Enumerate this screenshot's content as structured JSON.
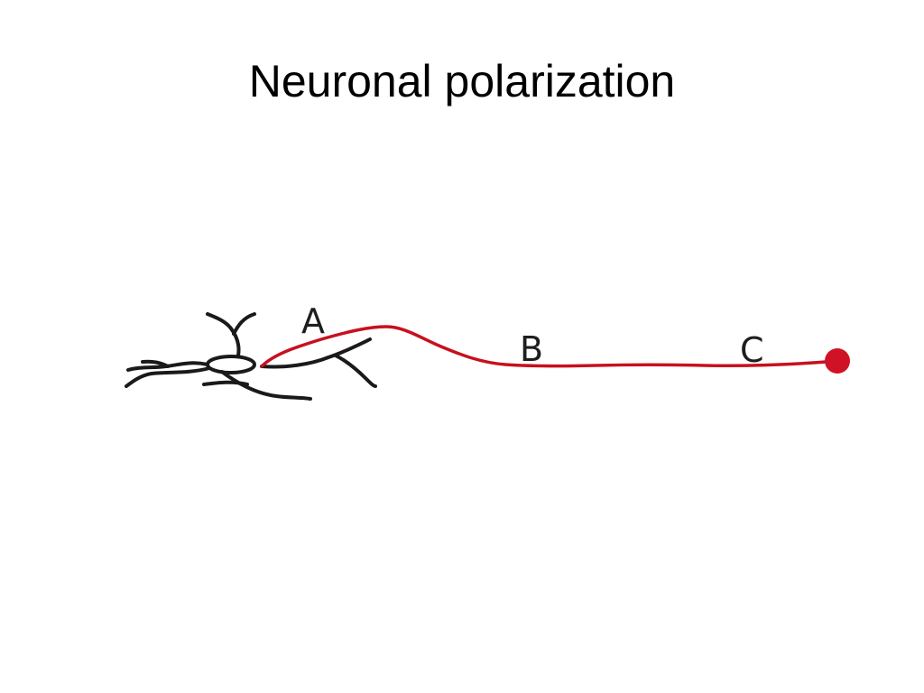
{
  "slide": {
    "title": "Neuronal polarization"
  },
  "diagram": {
    "labels": {
      "a": "A",
      "b": "B",
      "c": "C"
    },
    "colors": {
      "neuron_outline": "#1a1a1a",
      "axon": "#c8101e",
      "growth_cone": "#d01226"
    }
  }
}
